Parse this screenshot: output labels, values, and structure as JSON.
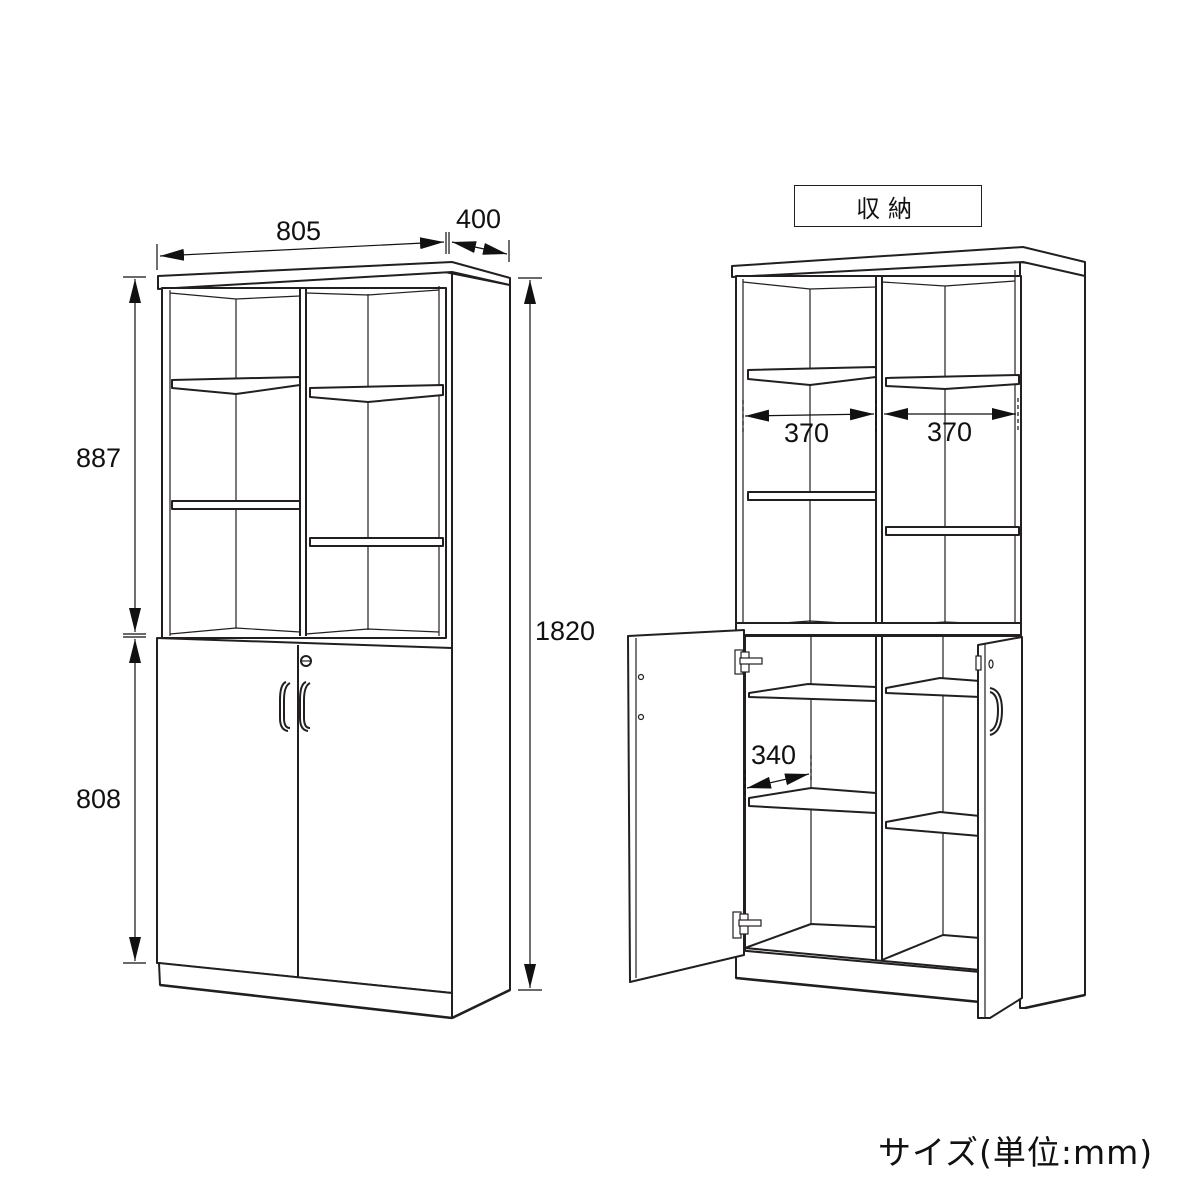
{
  "diagram": {
    "type": "product dimension drawing",
    "subject": "two-door cabinet with open upper shelving",
    "left_view": {
      "name": "closed cabinet with dimensions",
      "dimensions": {
        "width": "805",
        "depth": "400",
        "upper_height": "887",
        "lower_height": "808",
        "total_height": "1820"
      }
    },
    "right_view": {
      "label": "収納",
      "name": "cabinet with doors open showing storage",
      "dimensions": {
        "upper_left_inner_width": "370",
        "upper_right_inner_width": "370",
        "lower_inner_depth": "340"
      }
    },
    "footer": {
      "units_note": "サイズ(単位:mm)"
    }
  },
  "colors": {
    "line": "#231f20",
    "background": "#ffffff",
    "text": "#111111"
  }
}
